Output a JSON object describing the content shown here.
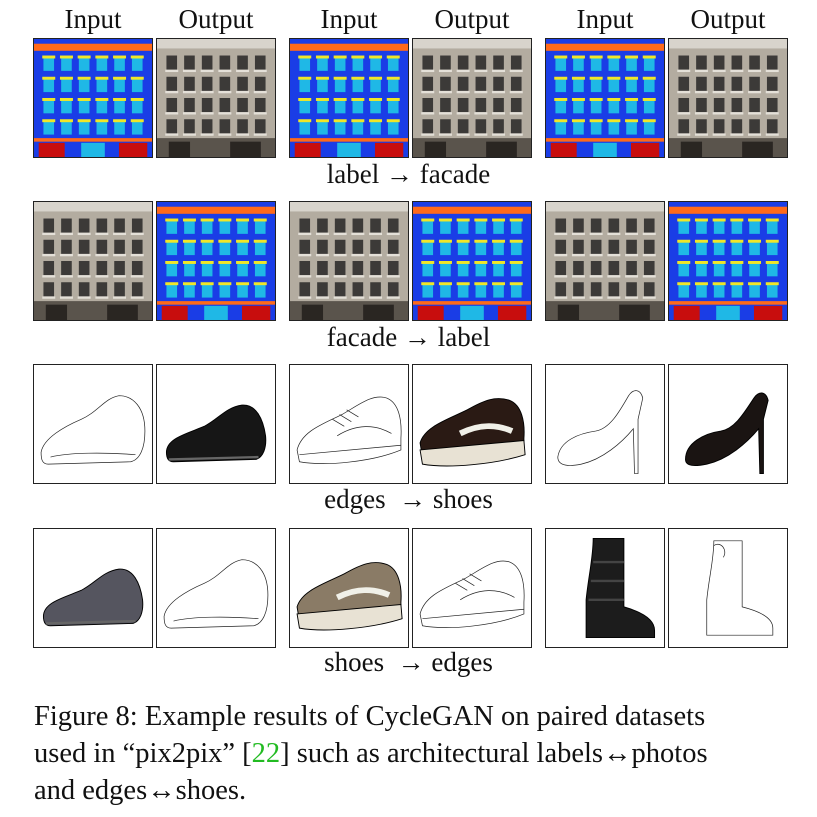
{
  "headers": [
    "Input",
    "Output",
    "Input",
    "Output",
    "Input",
    "Output"
  ],
  "rows": [
    {
      "caption": "label → facade",
      "cells": [
        {
          "kind": "label",
          "name": "label-map-image"
        },
        {
          "kind": "facade",
          "name": "generated-facade-image"
        },
        {
          "kind": "label",
          "name": "label-map-image"
        },
        {
          "kind": "facade",
          "name": "generated-facade-image"
        },
        {
          "kind": "label",
          "name": "label-map-image"
        },
        {
          "kind": "facade",
          "name": "generated-facade-image"
        }
      ]
    },
    {
      "caption": "facade → label",
      "cells": [
        {
          "kind": "facade",
          "name": "facade-photo-image"
        },
        {
          "kind": "label",
          "name": "generated-label-map-image"
        },
        {
          "kind": "facade",
          "name": "facade-photo-image"
        },
        {
          "kind": "label",
          "name": "generated-label-map-image"
        },
        {
          "kind": "facade",
          "name": "facade-photo-image"
        },
        {
          "kind": "label",
          "name": "generated-label-map-image"
        }
      ]
    },
    {
      "caption": "edges  → shoes",
      "cells": [
        {
          "kind": "edge-shoe",
          "name": "shoe-edge-sketch-image"
        },
        {
          "kind": "shoe",
          "name": "generated-shoe-image",
          "color": "#161616"
        },
        {
          "kind": "edge-sneaker",
          "name": "sneaker-edge-sketch-image"
        },
        {
          "kind": "sneaker",
          "name": "generated-sneaker-image",
          "color": "#2a1a14"
        },
        {
          "kind": "edge-heel",
          "name": "heel-edge-sketch-image"
        },
        {
          "kind": "heel",
          "name": "generated-heel-image",
          "color": "#1a1412"
        }
      ]
    },
    {
      "caption": "shoes  → edges",
      "cells": [
        {
          "kind": "shoe",
          "name": "shoe-photo-image",
          "color": "#55555f"
        },
        {
          "kind": "edge-shoe",
          "name": "generated-edge-sketch-image"
        },
        {
          "kind": "sneaker",
          "name": "sneaker-photo-image",
          "color": "#8a7b66"
        },
        {
          "kind": "edge-sneaker",
          "name": "generated-edge-sketch-image"
        },
        {
          "kind": "boot",
          "name": "boot-photo-image",
          "color": "#1c1c1c"
        },
        {
          "kind": "edge-boot",
          "name": "generated-edge-sketch-image"
        }
      ]
    }
  ],
  "caption": {
    "line1": "Figure 8: Example results of CycleGAN on paired datasets",
    "line2_prefix": "used in “pix2pix” [",
    "ref": "22",
    "line2_suffix": "] such as architectural labels↔photos",
    "line3": "and edges↔shoes.",
    "ref_color": "#22bb22"
  },
  "palette": {
    "label_bg": "#1a3de6",
    "label_window": "#1fb8e6",
    "label_sill": "#f0e628",
    "label_cornice": "#ff6a1a",
    "label_door": "#c80d0d",
    "facade_wall": "#b3aca0",
    "facade_window": "#3c3a38"
  }
}
